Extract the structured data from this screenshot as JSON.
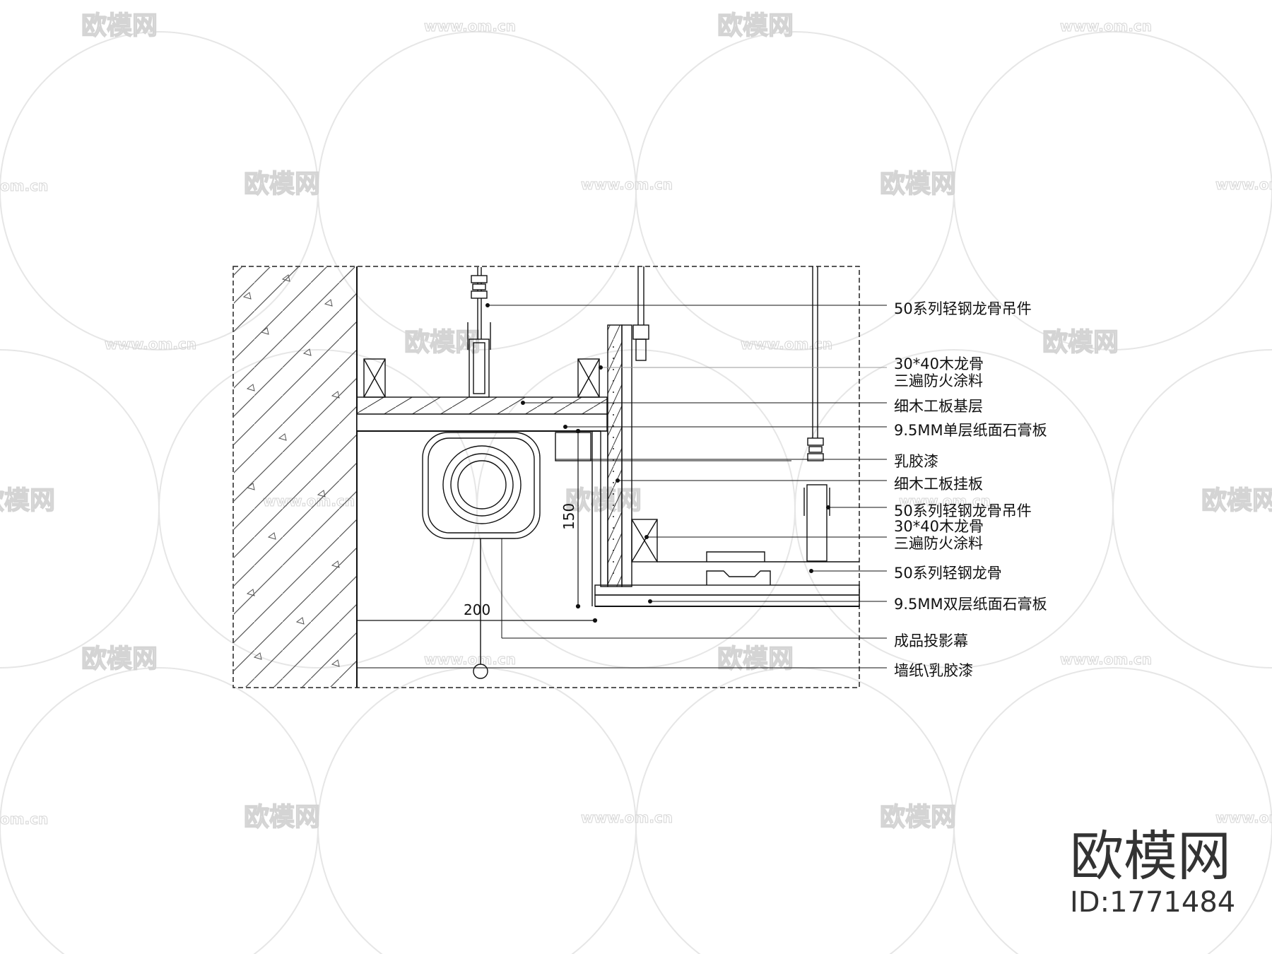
{
  "drawing": {
    "callouts": [
      "50系列轻钢龙骨吊件",
      "30*40木龙骨",
      "三遍防火涂料",
      "细木工板基层",
      "9.5MM单层纸面石膏板",
      "乳胶漆",
      "细木工板挂板",
      "50系列轻钢龙骨吊件",
      "30*40木龙骨",
      "三遍防火涂料",
      "50系列轻钢龙骨",
      "9.5MM双层纸面石膏板",
      "成品投影幕",
      "墙纸\\乳胶漆"
    ],
    "dimensions": {
      "horizontal": "200",
      "vertical": "150"
    }
  },
  "watermark": {
    "brand": "欧模网",
    "url": "www.om.cn",
    "url_partial": "om.cn",
    "brand_partial": "欧模网",
    "brand_large": "欧模网",
    "id_label": "ID:1771484"
  }
}
